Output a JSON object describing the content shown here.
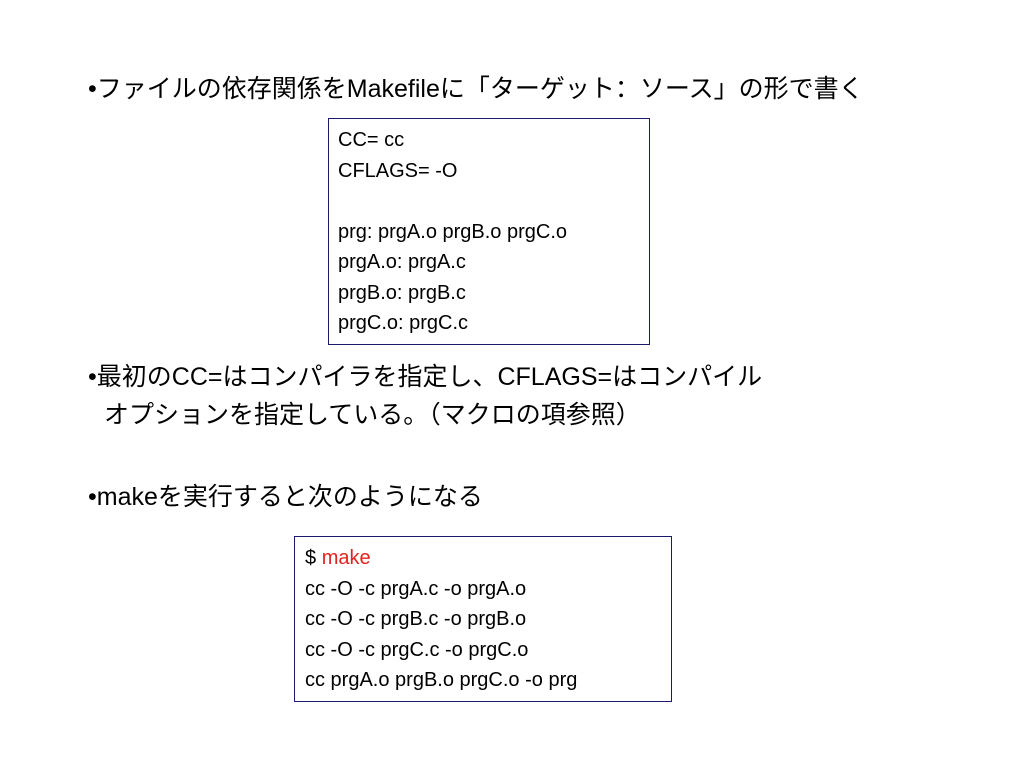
{
  "bullet_char": "•",
  "bullet1": {
    "text": "ファイルの依存関係をMakefileに「ターゲット：ソース」の形で書く"
  },
  "makefile": {
    "lines": [
      "CC= cc",
      "CFLAGS= -O",
      "",
      "prg: prgA.o prgB.o prgC.o",
      "prgA.o: prgA.c",
      "prgB.o: prgB.c",
      "prgC.o: prgC.c"
    ]
  },
  "bullet2": {
    "line1": "最初のCC=はコンパイラを指定し、CFLAGS=はコンパイル",
    "line2": "オプションを指定している。（マクロの項参照）"
  },
  "bullet3": {
    "text": "makeを実行すると次のようになる"
  },
  "output": {
    "prompt": "$ ",
    "command": "make",
    "command_color": "#e5211e",
    "lines": [
      "cc -O -c prgA.c -o prgA.o",
      "cc -O -c prgB.c -o prgB.o",
      "cc -O -c prgC.c -o prgC.o",
      "cc prgA.o prgB.o prgC.o -o prg"
    ]
  }
}
